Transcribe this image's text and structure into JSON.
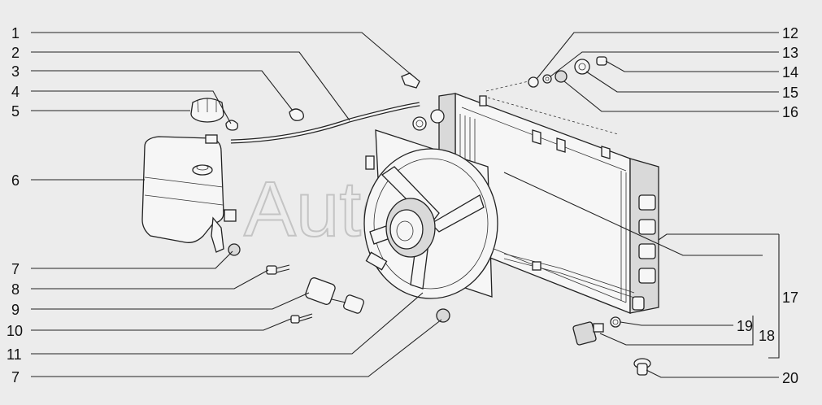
{
  "watermark": "Autosoft",
  "callouts_left": [
    "1",
    "2",
    "3",
    "4",
    "5",
    "6",
    "7",
    "8",
    "9",
    "10",
    "11",
    "7"
  ],
  "callouts_right": [
    "12",
    "13",
    "14",
    "15",
    "16",
    "17",
    "19",
    "18",
    "20"
  ]
}
